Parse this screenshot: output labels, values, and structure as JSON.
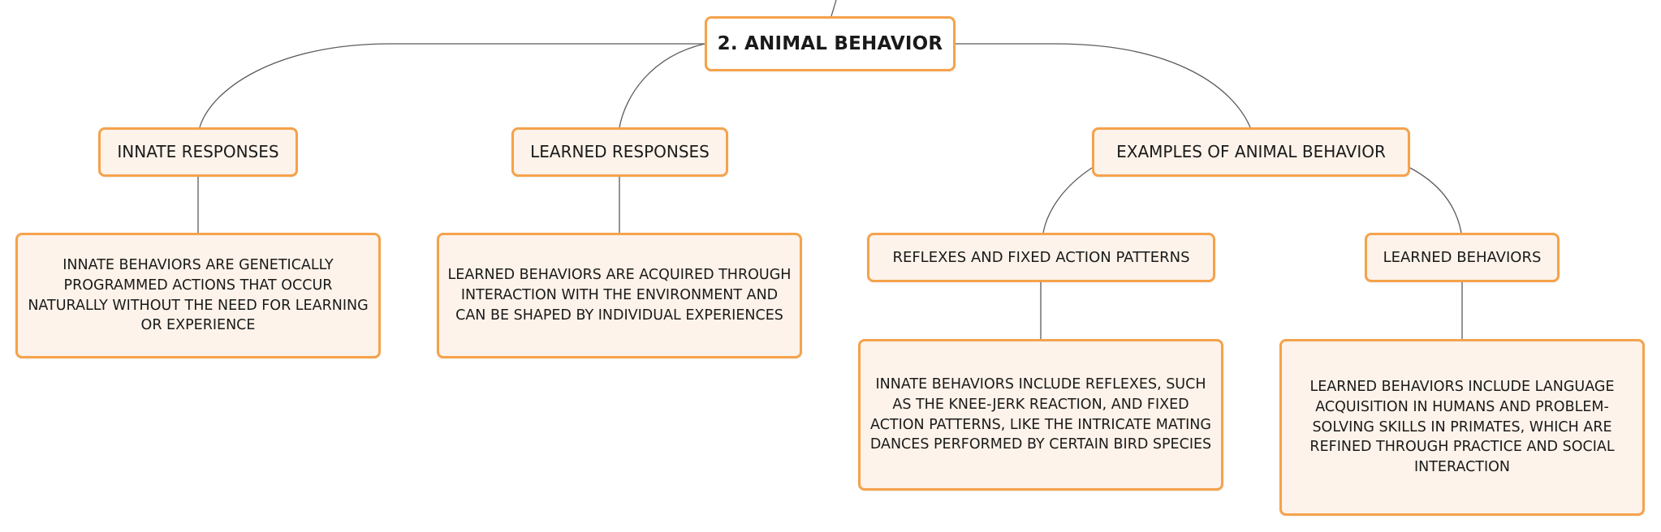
{
  "diagram": {
    "type": "mind-map",
    "root": {
      "label": "2. Animal Behavior"
    },
    "branches": {
      "innate": {
        "label": "Innate Responses",
        "detail": "Innate behaviors are genetically programmed actions that occur naturally without the need for learning or experience"
      },
      "learned": {
        "label": "Learned Responses",
        "detail": "Learned behaviors are acquired through interaction with the environment and can be shaped by individual experiences"
      },
      "examples": {
        "label": "Examples of Animal Behavior",
        "children": {
          "reflexes": {
            "label": "Reflexes and Fixed Action Patterns",
            "detail": "Innate behaviors include reflexes, such as the knee-jerk reaction, and fixed action patterns, like the intricate mating dances performed by certain bird species"
          },
          "learned_behaviors": {
            "label": "Learned Behaviors",
            "detail": "Learned behaviors include language acquisition in humans and problem-solving skills in primates, which are refined through practice and social interaction"
          }
        }
      }
    }
  },
  "colors": {
    "node_border": "#f5a24b",
    "node_fill": "#fdf3ea",
    "root_fill": "#ffffff",
    "connector": "#5b5b5b",
    "text": "#1a1a1a"
  }
}
